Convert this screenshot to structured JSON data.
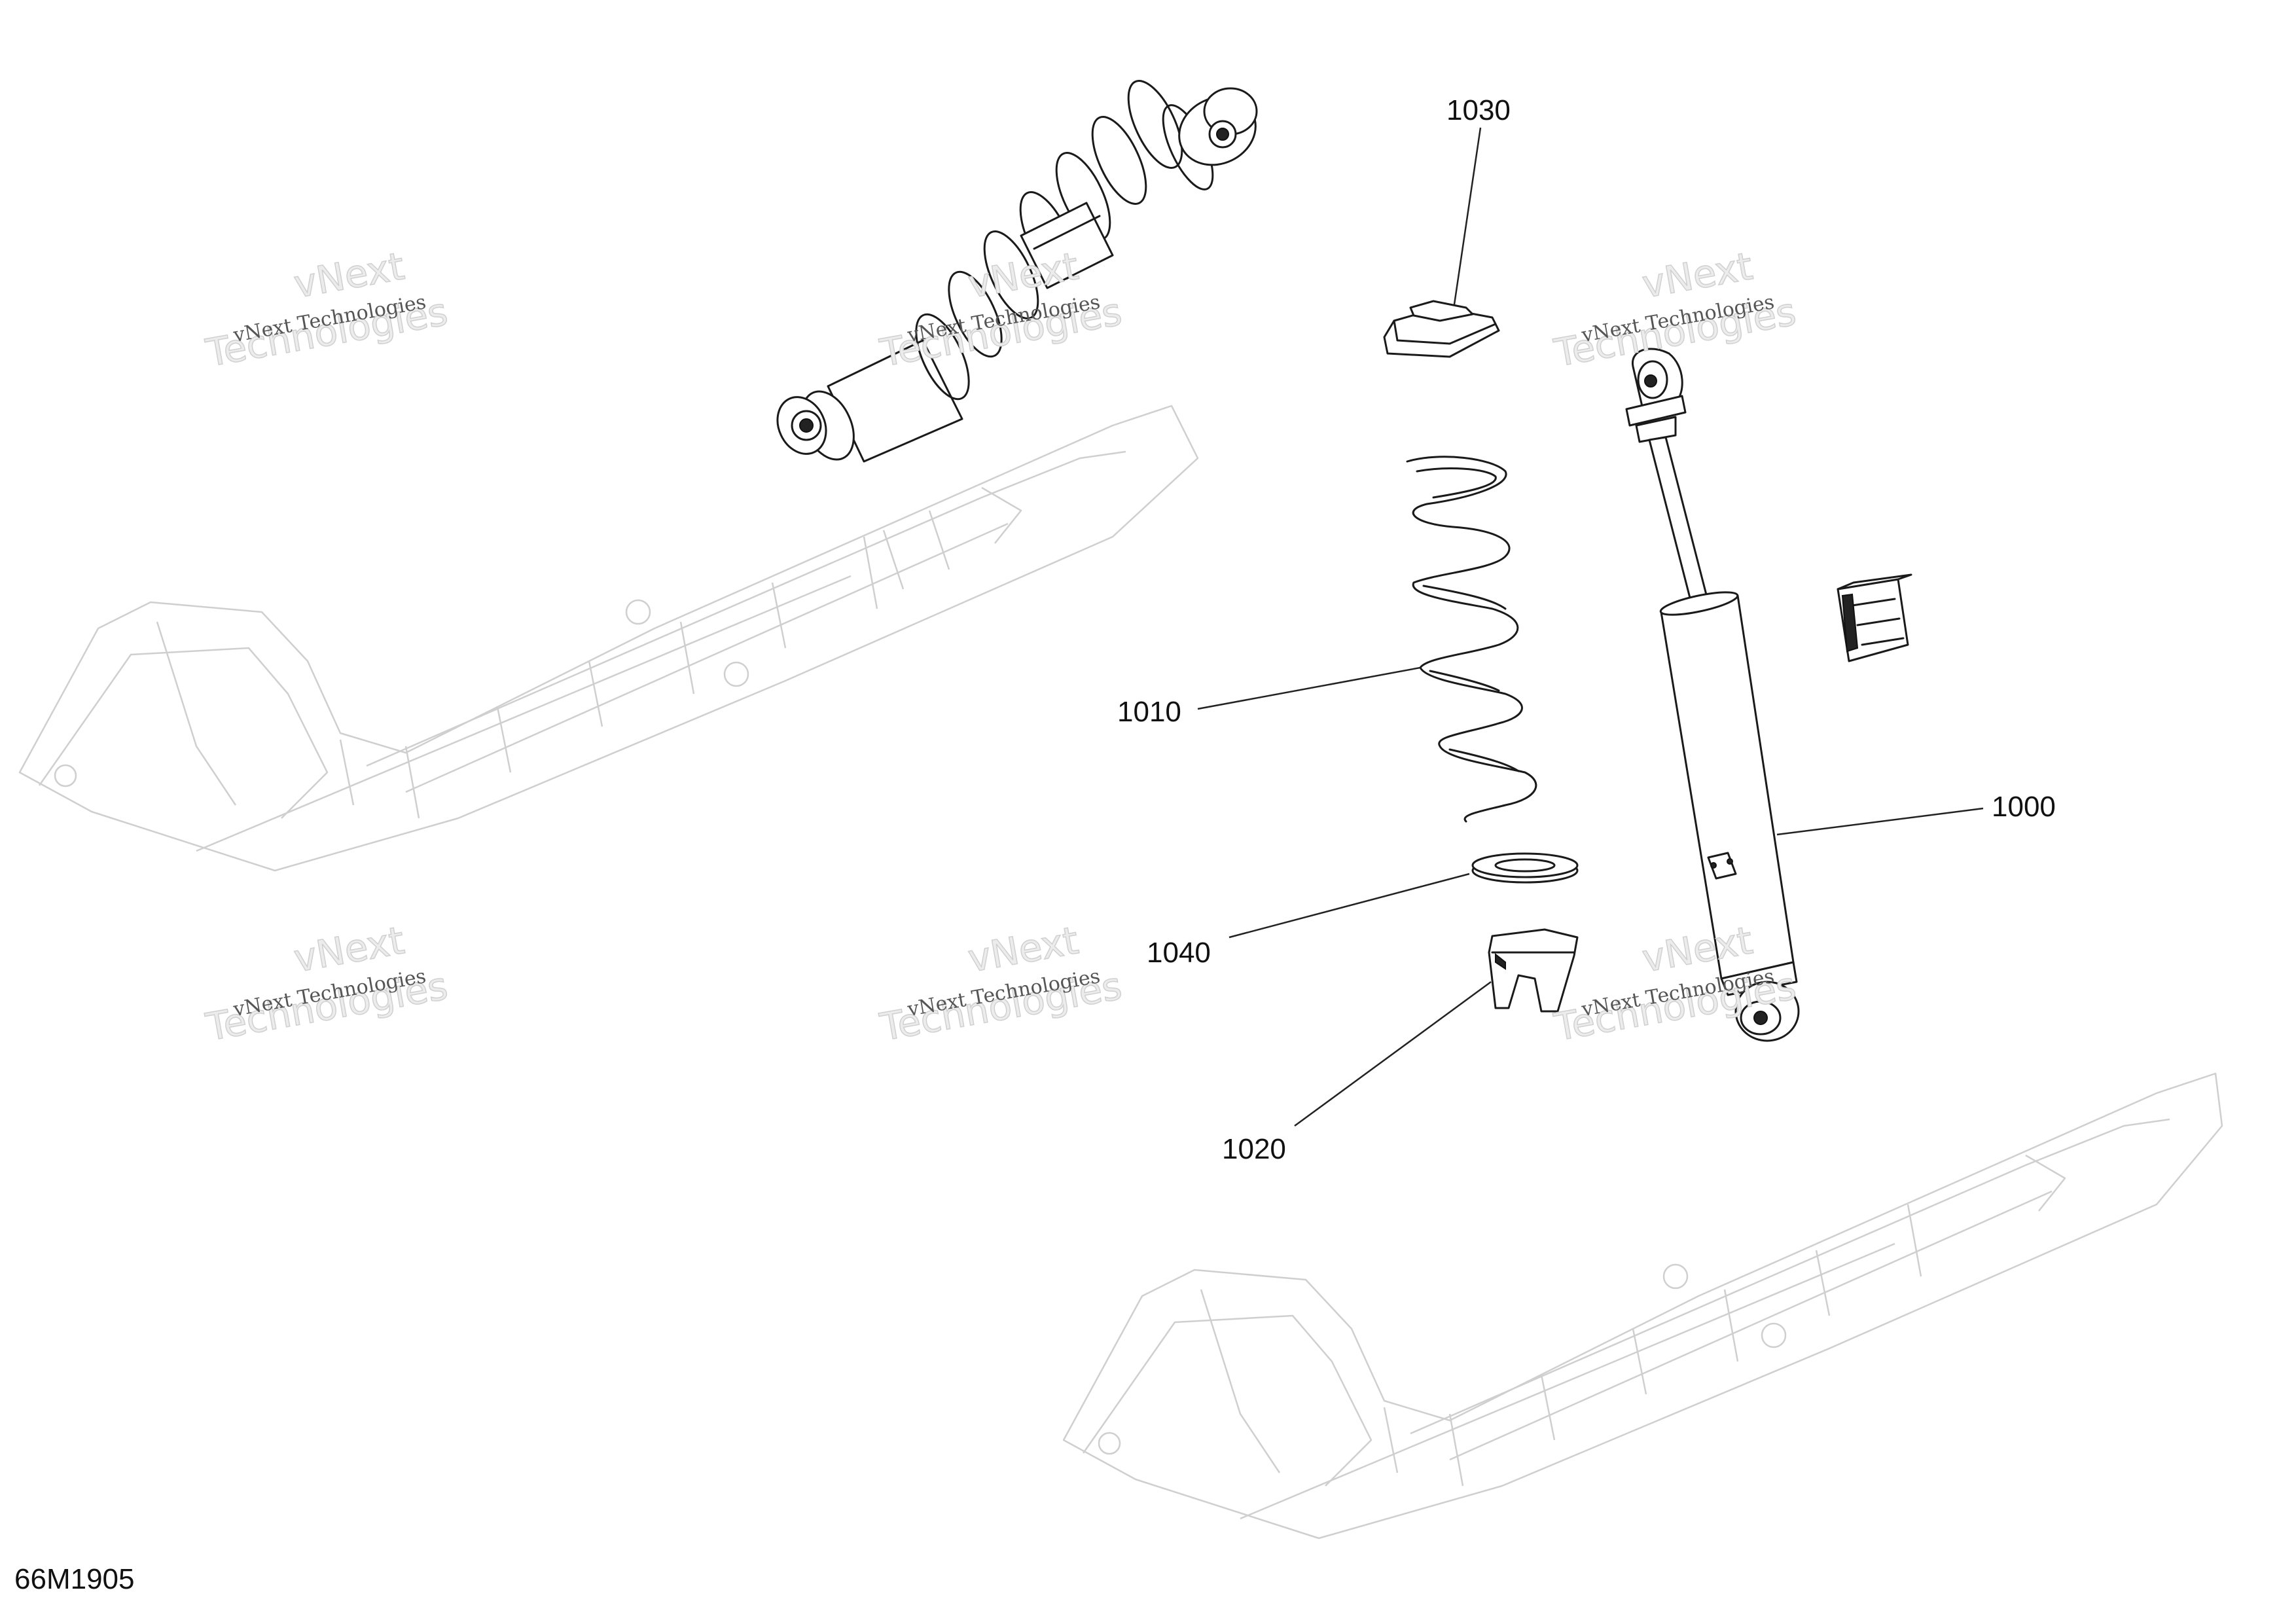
{
  "callouts": {
    "c1000": "1000",
    "c1010": "1010",
    "c1020": "1020",
    "c1030": "1030",
    "c1040": "1040"
  },
  "drawing_code": "66M1905",
  "watermark": {
    "line1": "vNext Technologies",
    "line2": "vNext",
    "line3": "Technologies"
  }
}
